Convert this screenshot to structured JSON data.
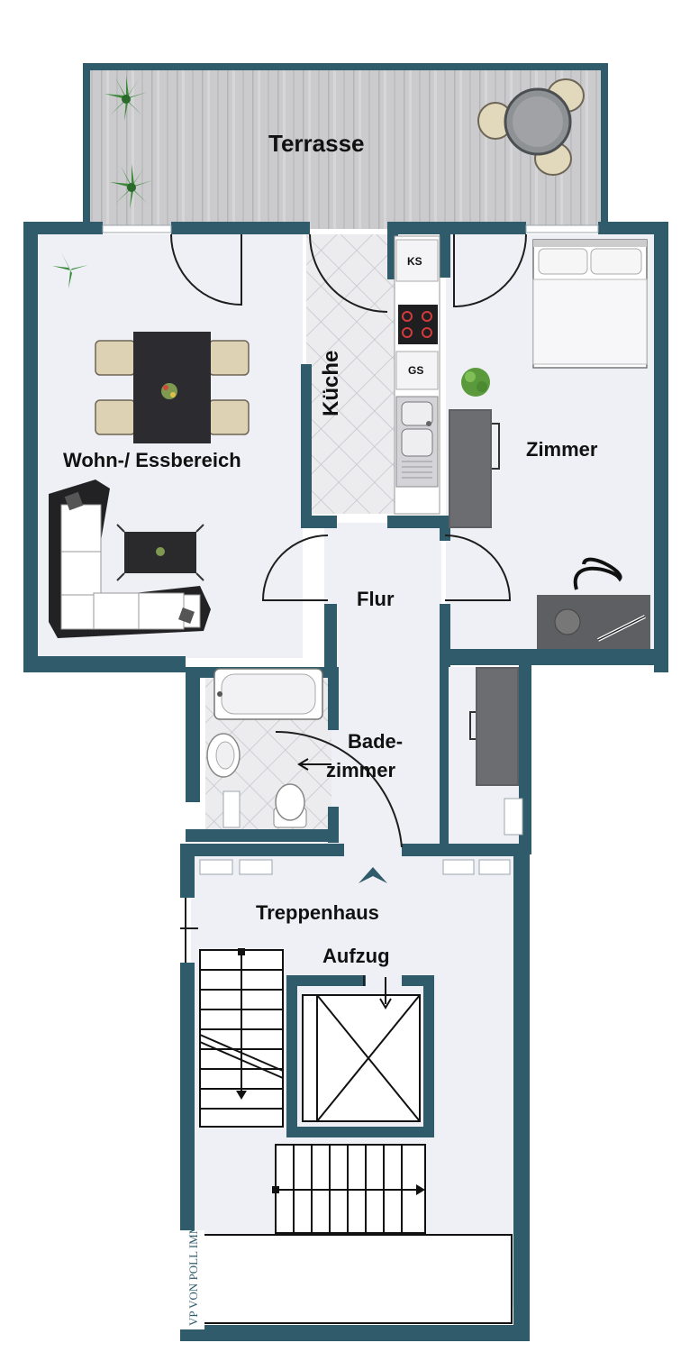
{
  "colors": {
    "wall": "#2f5b6b",
    "floor": "#eef0f5",
    "deck": "#c9c9cb",
    "tile": "#e9e9ec",
    "furniture_dark": "#2b2b2e",
    "chair": "#d9cfb2"
  },
  "rooms": {
    "terrasse": "Terrasse",
    "wohn": "Wohn-/ Essbereich",
    "kueche": "Küche",
    "zimmer": "Zimmer",
    "flur": "Flur",
    "bad_line1": "Bade-",
    "bad_line2": "zimmer",
    "treppenhaus": "Treppenhaus",
    "aufzug": "Aufzug"
  },
  "kitchen": {
    "ks": "KS",
    "gs": "GS"
  },
  "logo": {
    "text": "VP VON POLL IMMOBILIEN",
    "icon": "von-poll-logo"
  }
}
